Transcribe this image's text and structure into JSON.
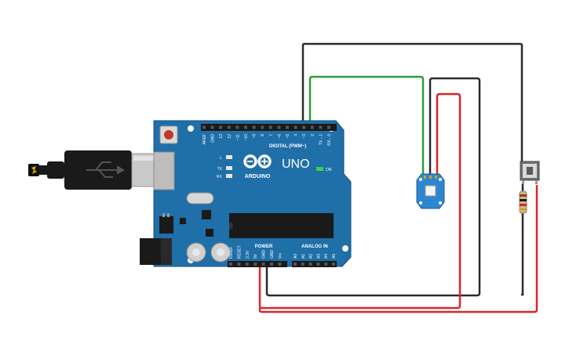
{
  "board": {
    "brand": "ARDUINO",
    "model": "UNO",
    "on_label": "ON",
    "led_labels": [
      "L",
      "TX",
      "RX"
    ],
    "digital_header_title": "DIGITAL (PWM~)",
    "digital_pin_labels": [
      "AREF",
      "GND",
      "13",
      "12",
      "~11",
      "~10",
      "~9",
      "8",
      "7",
      "~6",
      "~5",
      "4",
      "~3",
      "2",
      "TX→1",
      "RX←0"
    ],
    "power_header_title": "POWER",
    "power_pin_labels": [
      "IOREF",
      "RESET",
      "3.3V",
      "5V",
      "GND",
      "GND",
      "Vin"
    ],
    "analog_header_title": "ANALOG IN",
    "analog_pin_labels": [
      "A0",
      "A1",
      "A2",
      "A3",
      "A4",
      "A5"
    ]
  },
  "colors": {
    "board_blue": "#1f6fa8",
    "wire_black": "#2b2b2b",
    "wire_green": "#2e9e3a",
    "wire_red": "#d8262c",
    "breakout_blue": "#2f86d0"
  },
  "components": {
    "usb_cable": "usb-cable",
    "rgb_led": "rgb-led-breakout",
    "pushbutton": "pushbutton",
    "resistor": "resistor"
  }
}
